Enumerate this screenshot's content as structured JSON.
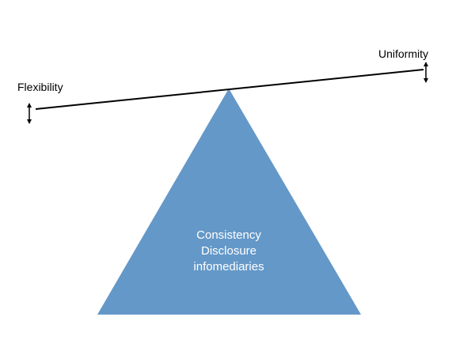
{
  "diagram": {
    "left_label": "Flexibility",
    "right_label": "Uniformity",
    "fulcrum_lines": [
      "Consistency",
      "Disclosure",
      "infomediaries"
    ],
    "colors": {
      "fulcrum_fill": "#6498c8",
      "beam": "#000000",
      "text_on_fulcrum": "#ffffff"
    },
    "icons": {
      "left_end": "up-down-arrow-icon",
      "right_end": "up-down-arrow-icon"
    }
  }
}
